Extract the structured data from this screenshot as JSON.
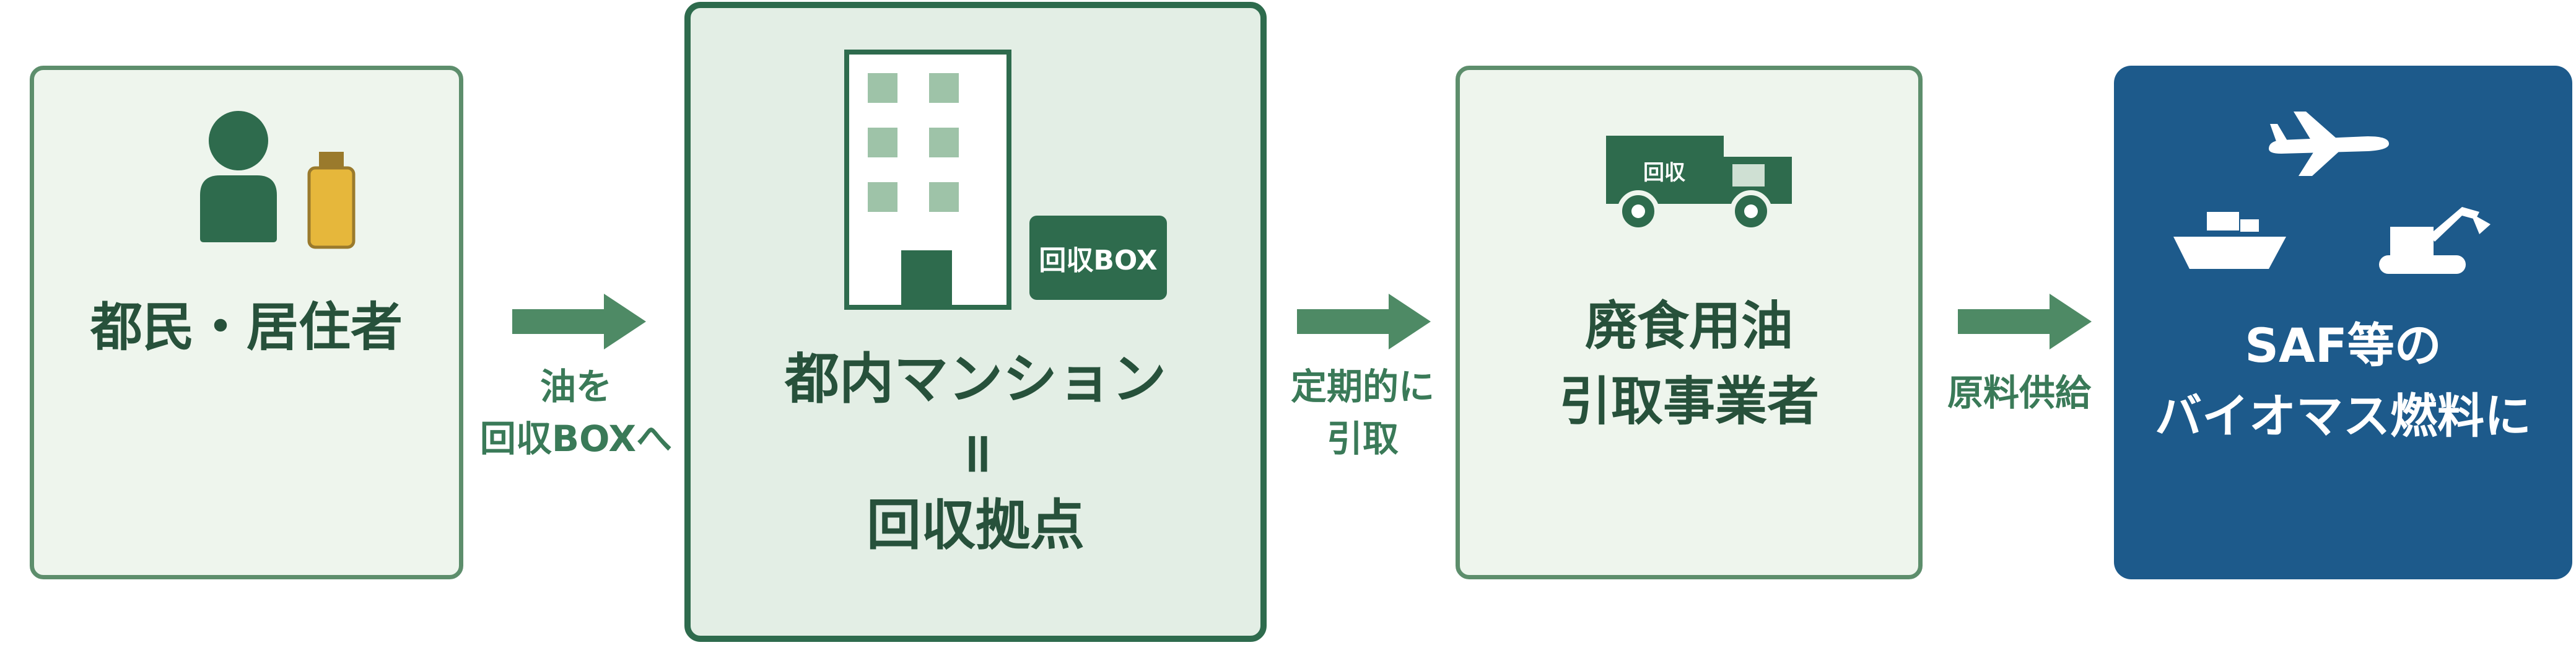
{
  "box1": {
    "label": "都民・居住者"
  },
  "arrow1": {
    "line1": "油を",
    "line2": "回収BOXへ"
  },
  "box2": {
    "line1": "都内マンション",
    "line2": "॥",
    "line3": "回収拠点",
    "badge": "回収BOX"
  },
  "arrow2": {
    "line1": "定期的に",
    "line2": "引取"
  },
  "box3": {
    "line1": "廃食用油",
    "line2": "引取事業者",
    "truck_label": "回収"
  },
  "arrow3": {
    "line1": "原料供給"
  },
  "box4": {
    "line1": "SAF等の",
    "line2": "バイオマス燃料に"
  },
  "colors": {
    "green_dark": "#2e6b4d",
    "green_arrow": "#4e8a65",
    "blue": "#1d5a8b",
    "bottle": "#e6b73b"
  }
}
